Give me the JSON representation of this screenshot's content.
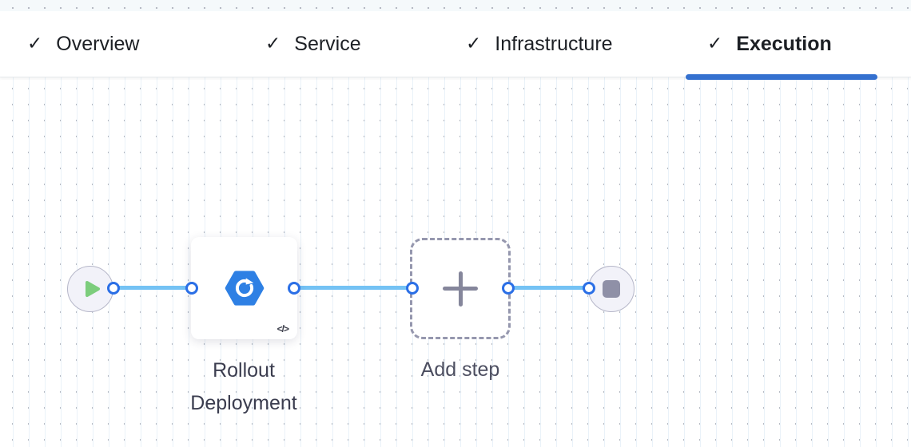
{
  "tabs": {
    "check_icon": "✓",
    "items": [
      {
        "label": "Overview",
        "completed": true,
        "active": false
      },
      {
        "label": "Service",
        "completed": true,
        "active": false
      },
      {
        "label": "Infrastructure",
        "completed": true,
        "active": false
      },
      {
        "label": "Execution",
        "completed": true,
        "active": true
      }
    ]
  },
  "canvas": {
    "nodes": {
      "start": {
        "icon": "play-icon"
      },
      "step": {
        "label": "Rollout Deployment",
        "icon": "k8s-rollout-icon",
        "badge": "</>"
      },
      "add_step": {
        "label": "Add step",
        "icon": "plus-icon"
      },
      "end": {
        "icon": "stop-icon"
      }
    },
    "links_count": 3
  },
  "colors": {
    "accent-underline": "#3470cf",
    "link-blue": "#74c2f4",
    "port-blue": "#2b6fe6",
    "play-green": "#7ccd7c",
    "icon-blue": "#2e80e4",
    "stop-gray": "#8f90a7",
    "dashed-gray": "#9597ae",
    "node-label": "#3b3d4f",
    "add-label": "#4c4e60",
    "tab-text": "#1d2025"
  }
}
